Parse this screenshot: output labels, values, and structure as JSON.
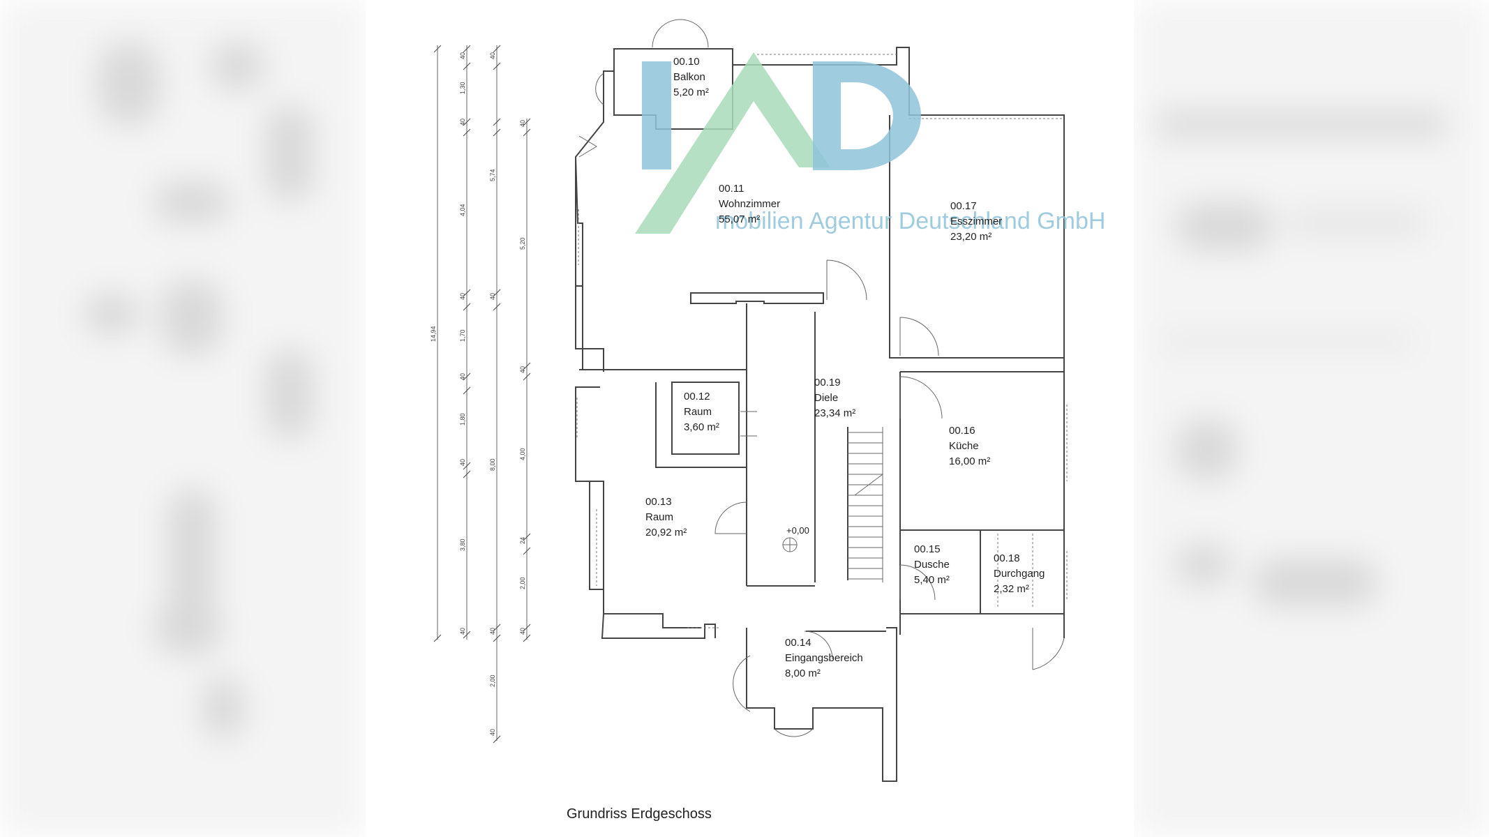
{
  "watermark": {
    "logo_letters": "IAD",
    "company": "Immobilien Agentur Deutschland GmbH",
    "company_visible": "mobilien Agentur Deutschland GmbH",
    "colors": {
      "blue": "#8fc3d9",
      "green": "#a9dab9"
    }
  },
  "caption": "Grundriss Erdgeschoss",
  "level_mark": "+0,00",
  "rooms": [
    {
      "id": "00.10",
      "name": "Balkon",
      "area": "5,20 m²"
    },
    {
      "id": "00.11",
      "name": "Wohnzimmer",
      "area": "55,07 m²"
    },
    {
      "id": "00.12",
      "name": "Raum",
      "area": "3,60 m²"
    },
    {
      "id": "00.13",
      "name": "Raum",
      "area": "20,92 m²"
    },
    {
      "id": "00.14",
      "name": "Eingangsbereich",
      "area": "8,00 m²"
    },
    {
      "id": "00.15",
      "name": "Dusche",
      "area": "5,40 m²"
    },
    {
      "id": "00.16",
      "name": "Küche",
      "area": "16,00 m²"
    },
    {
      "id": "00.17",
      "name": "Esszimmer",
      "area": "23,20 m²"
    },
    {
      "id": "00.18",
      "name": "Durchgang",
      "area": "2,32 m²"
    },
    {
      "id": "00.19",
      "name": "Diele",
      "area": "23,34 m²"
    }
  ],
  "dimensions": {
    "chain1": [
      "14,94"
    ],
    "chain2": [
      "40",
      "1,30",
      "40",
      "4,04",
      "40",
      "1,70",
      "40",
      "1,80",
      "40",
      "3,80",
      "40"
    ],
    "chain3": [
      "40",
      "5,74",
      "40",
      "8,00",
      "40",
      "2,00",
      "40"
    ],
    "chain4": [
      "40",
      "5,20",
      "40",
      "4,00",
      "24",
      "2,00",
      "40"
    ]
  }
}
